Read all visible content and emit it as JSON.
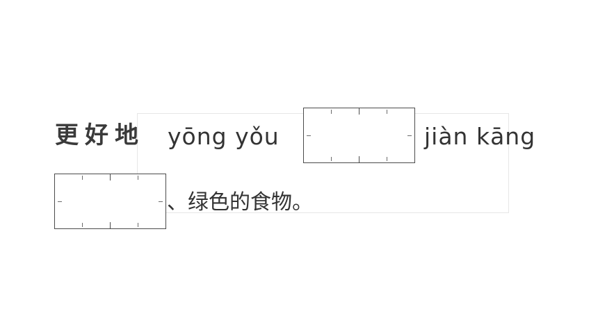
{
  "line1": {
    "hanzi": "更好地",
    "pinyin_1": "yōng yǒu",
    "pinyin_2": "jiàn kāng"
  },
  "line2": {
    "suffix": "、绿色的食物。"
  }
}
